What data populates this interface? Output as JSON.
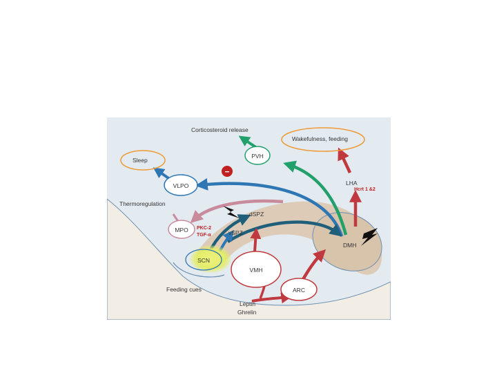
{
  "labels": {
    "corticosteroid": "Corticosteroid release",
    "wakefulness": "Wakefulness, feeding",
    "sleep": "Sleep",
    "pvh": "PVH",
    "vlpo": "VLPO",
    "lha": "LHA",
    "hcrt": "Hcrt 1 &2",
    "thermoregulation": "Thermoregulation",
    "mpo": "MPO",
    "pkc": "PKC-2",
    "tgf": "TGF-α",
    "dspz": "dSPZ",
    "vspz": "vSPZ",
    "dmh": "DMH",
    "scn": "SCN",
    "vmh": "VMH",
    "arc": "ARC",
    "feeding_cues": "Feeding cues",
    "leptin": "Leptin",
    "ghrelin": "Ghrelin",
    "inhibit_sign": "−"
  },
  "colors": {
    "background_upper": "#e3ebf1",
    "tissue": "#f2ede5",
    "band": "#dcc9b3",
    "blue": "#2f77b4",
    "teal": "#1f5f7a",
    "green": "#22a06b",
    "red": "#c0393f",
    "pink": "#c98a9b",
    "orange": "#ef9a35",
    "text": "#333333",
    "accent_text": "#c0201f",
    "scn_glow": "#e3ec6a"
  },
  "icons": [
    "lightning-icon",
    "lightning-icon",
    "inhibition-icon"
  ]
}
